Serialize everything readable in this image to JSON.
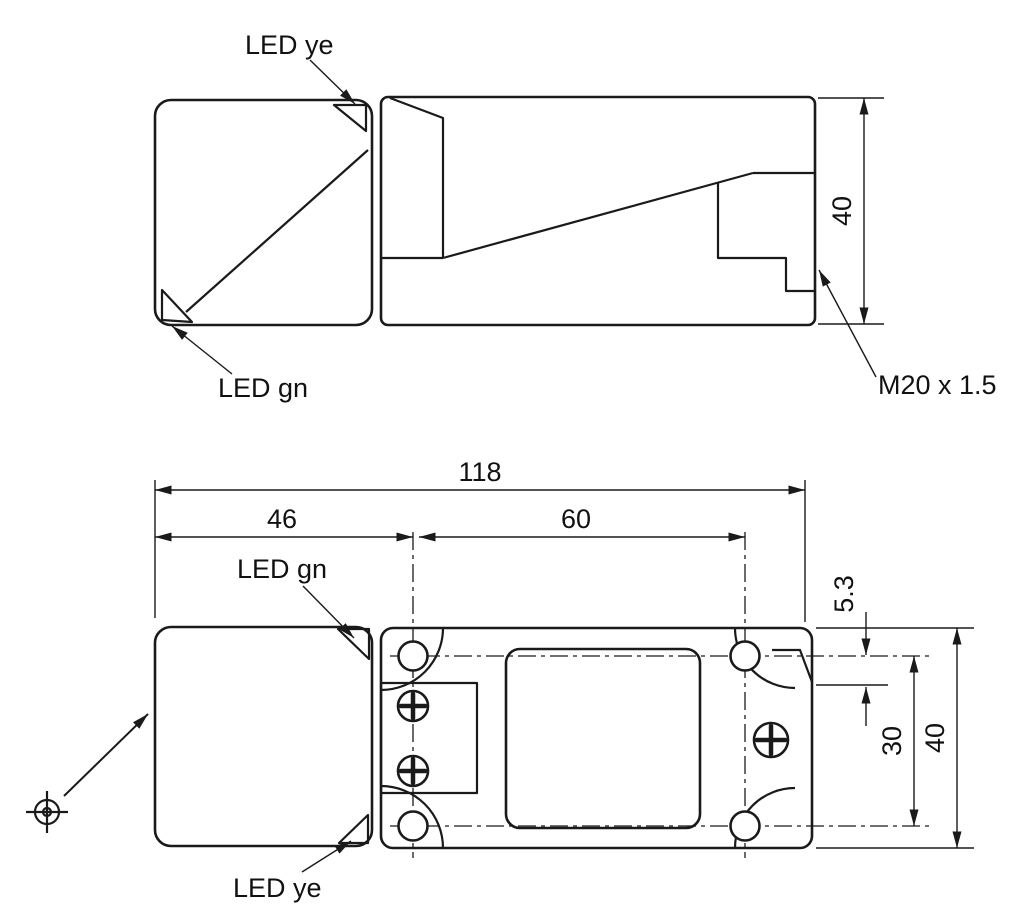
{
  "drawing_type": "sensor-dimensional-drawing",
  "colors": {
    "background": "#ffffff",
    "line": "#1a1a1a"
  },
  "side_view": {
    "led_ye_label": "LED ye",
    "led_gn_label": "LED gn",
    "thread_label": "M20 x 1.5",
    "height_dim": "40"
  },
  "top_view": {
    "overall_length_dim": "118",
    "head_length_dim": "46",
    "hole_spacing_x_dim": "60",
    "step_dim": "5.3",
    "hole_spacing_y_dim": "30",
    "width_dim": "40",
    "led_gn_label": "LED gn",
    "led_ye_label": "LED ye"
  }
}
